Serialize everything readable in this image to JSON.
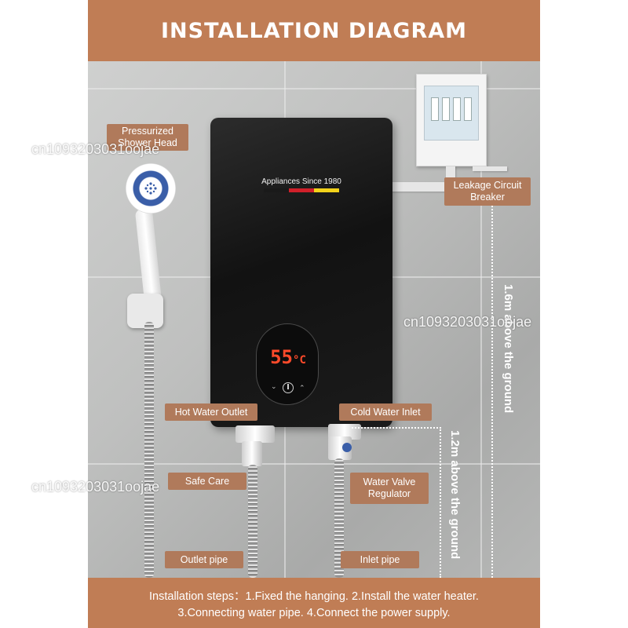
{
  "title": "INSTALLATION DIAGRAM",
  "heater": {
    "brand": "Appliances Since 1980",
    "temperature": "55",
    "temperature_unit": "°C",
    "stripe_colors": [
      "#1a1a1a",
      "#d0202a",
      "#f2d21b"
    ]
  },
  "labels": {
    "shower_head": "Pressurized\nShower Head",
    "breaker": "Leakage Circuit\nBreaker",
    "hot_outlet": "Hot Water Outlet",
    "cold_inlet": "Cold Water Inlet",
    "safe_care": "Safe Care",
    "valve": "Water Valve\nRegulator",
    "outlet_pipe": "Outlet pipe",
    "inlet_pipe": "Inlet pipe"
  },
  "dimensions": {
    "high": "1.6m above the ground",
    "low": "1.2m above the ground"
  },
  "steps": {
    "line1": "Installation steps：1.Fixed the hanging.  2.Install the water heater.",
    "line2": "3.Connecting water pipe. 4.Connect the power supply."
  },
  "watermark": "cn1093203031oojae",
  "colors": {
    "accent": "#c07d55",
    "label_bg": "#b07a5b"
  }
}
